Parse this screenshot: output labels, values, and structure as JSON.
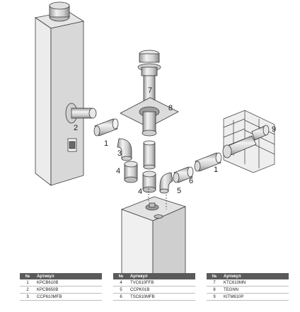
{
  "callouts": {
    "c1a": "1",
    "c1b": "1",
    "c2": "2",
    "c3": "3",
    "c4a": "4",
    "c4b": "4",
    "c5": "5",
    "c6": "6",
    "c7": "7",
    "c8": "8",
    "c9": "9"
  },
  "tables": [
    {
      "headers": [
        "№",
        "Артикул"
      ],
      "rows": [
        [
          "1",
          "KPCB610B"
        ],
        [
          "2",
          "KPCB650B"
        ],
        [
          "3",
          "CCP610MFB"
        ]
      ]
    },
    {
      "headers": [
        "№",
        "Артикул"
      ],
      "rows": [
        [
          "4",
          "TVC610FFB"
        ],
        [
          "5",
          "CCPK01B"
        ],
        [
          "6",
          "TSC610MFB"
        ]
      ]
    },
    {
      "headers": [
        "№",
        "Артикул"
      ],
      "rows": [
        [
          "7",
          "KTC610MN"
        ],
        [
          "8",
          "TEGNN"
        ],
        [
          "9",
          "KITM610P"
        ]
      ]
    }
  ],
  "colors": {
    "line": "#3a3a3a",
    "fill_light": "#efefef",
    "fill_mid": "#d9d9d9",
    "fill_dark": "#bdbdbd",
    "header_bg": "#5a5a5a"
  }
}
